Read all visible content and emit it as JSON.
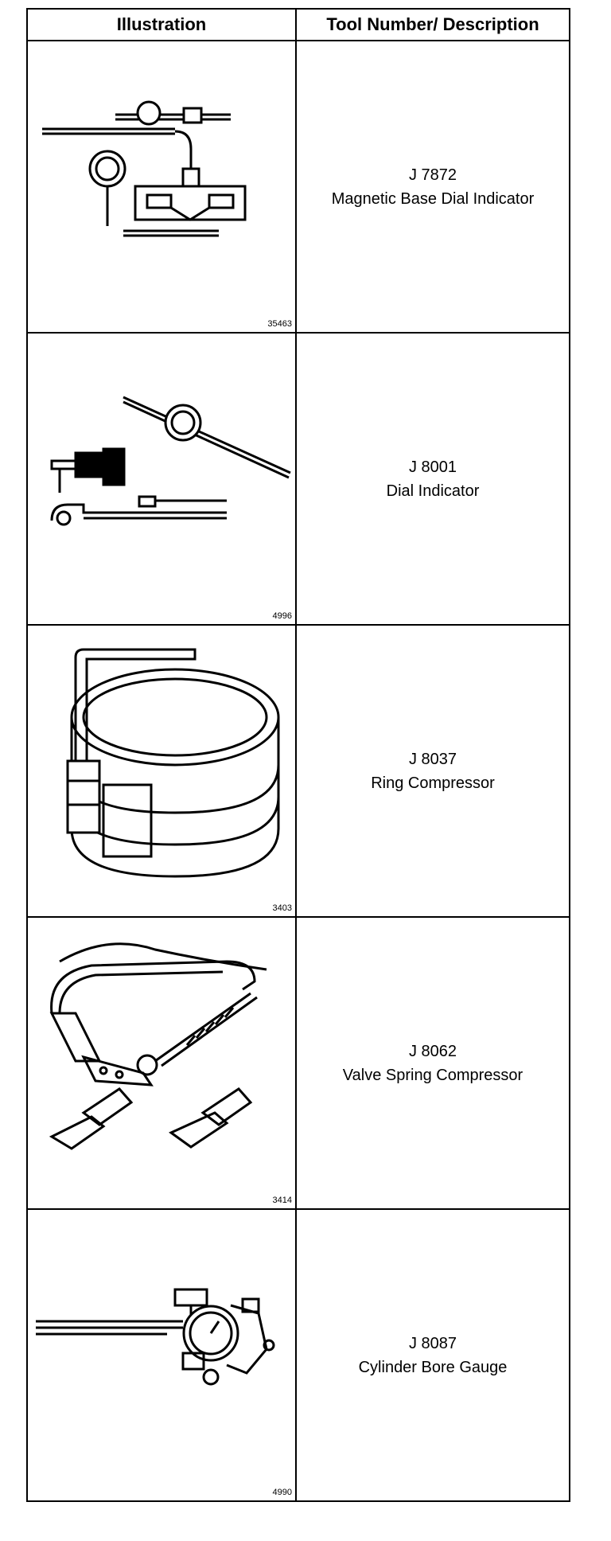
{
  "table": {
    "headers": {
      "illustration": "Illustration",
      "description": "Tool Number/ Description"
    },
    "rows": [
      {
        "tool_number": "J 7872",
        "description": "Magnetic Base Dial Indicator",
        "figure_number": "35463",
        "icon": "magnetic-base-dial-indicator-illustration"
      },
      {
        "tool_number": "J 8001",
        "description": "Dial Indicator",
        "figure_number": "4996",
        "icon": "dial-indicator-illustration"
      },
      {
        "tool_number": "J 8037",
        "description": "Ring Compressor",
        "figure_number": "3403",
        "icon": "ring-compressor-illustration"
      },
      {
        "tool_number": "J 8062",
        "description": "Valve Spring Compressor",
        "figure_number": "3414",
        "icon": "valve-spring-compressor-illustration"
      },
      {
        "tool_number": "J 8087",
        "description": "Cylinder Bore Gauge",
        "figure_number": "4990",
        "icon": "cylinder-bore-gauge-illustration"
      }
    ]
  }
}
